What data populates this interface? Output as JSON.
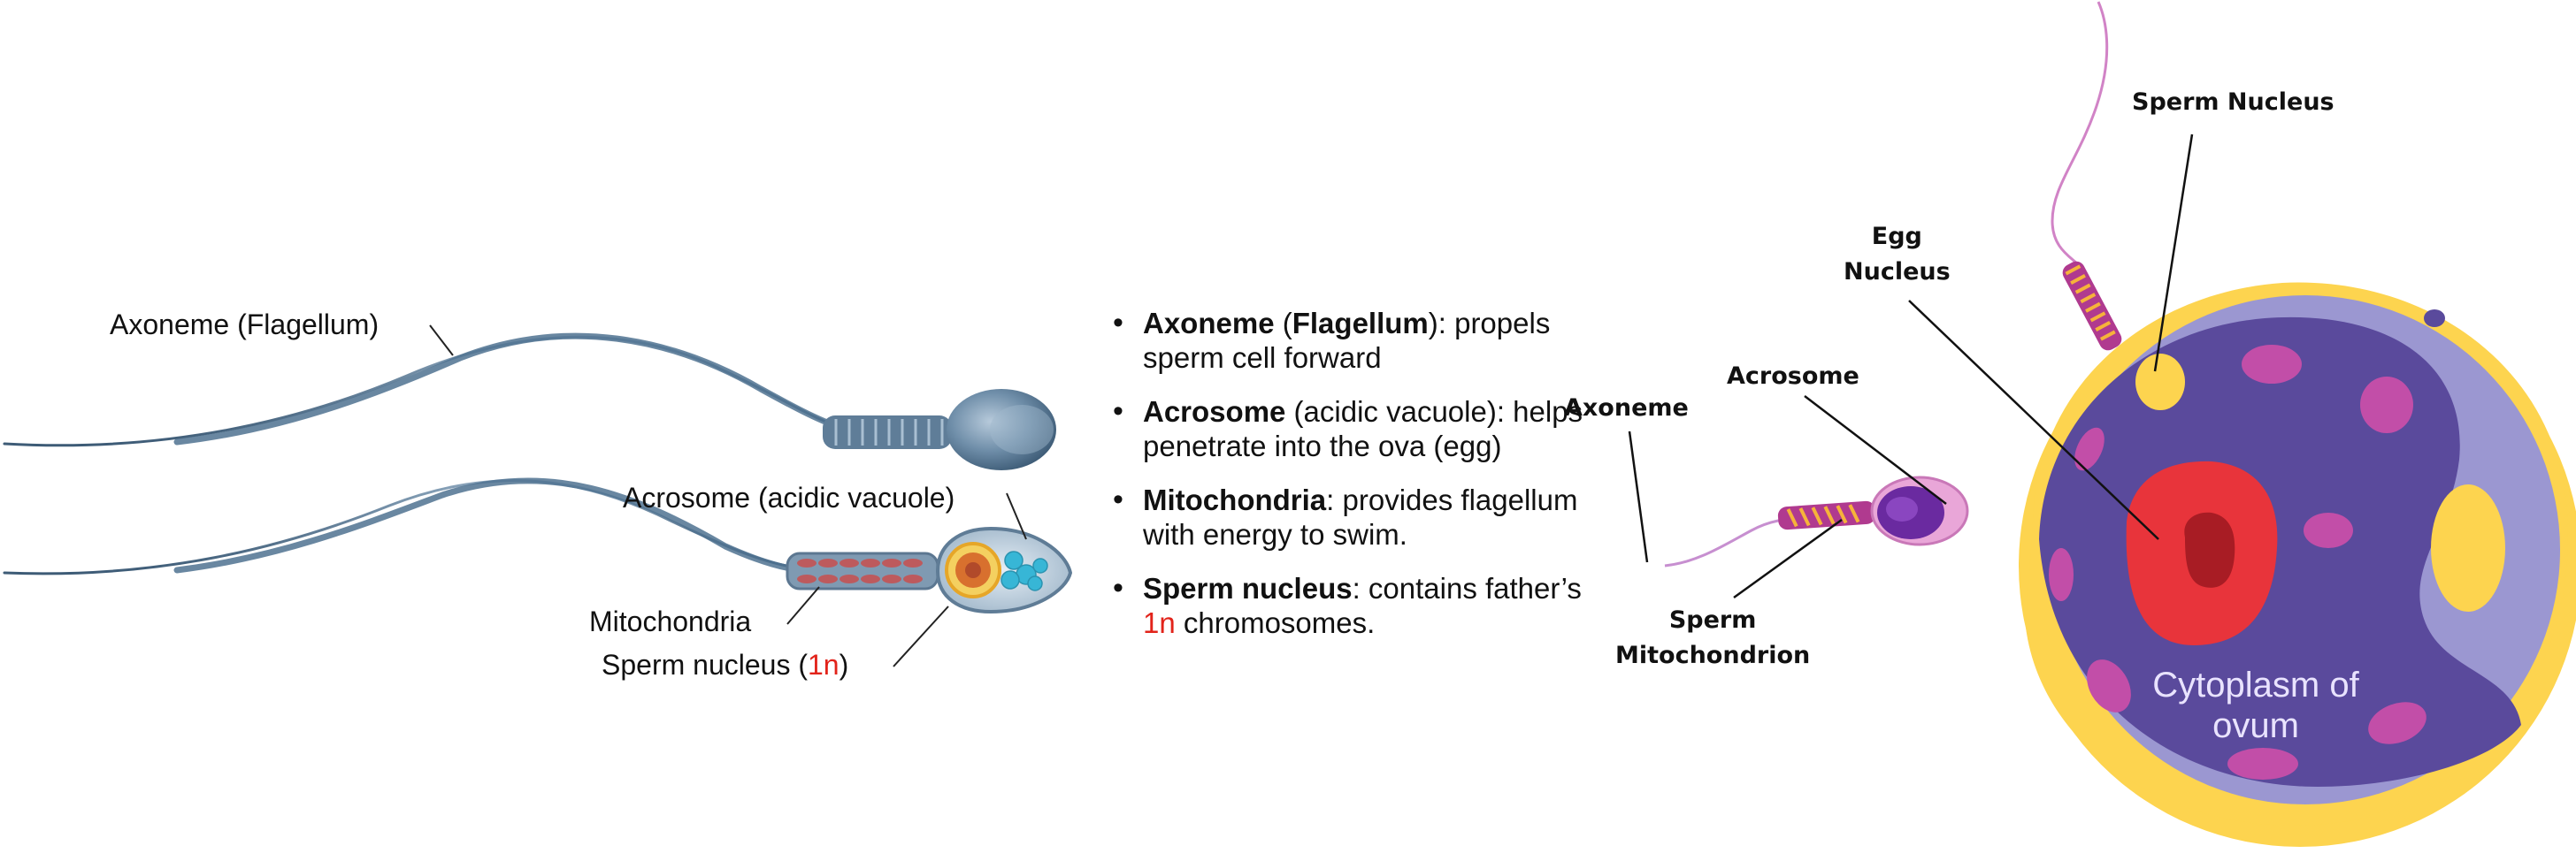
{
  "left_labels": {
    "axoneme": "Axoneme (Flagellum)",
    "acrosome": "Acrosome (acidic vacuole)",
    "mitochondria": "Mitochondria",
    "nucleus_prefix": "Sperm nucleus (",
    "nucleus_ploidy": "1n",
    "nucleus_suffix": ")"
  },
  "facts": [
    {
      "term": "Axoneme",
      "paren_open": " (",
      "term2": "Flagellum",
      "rest": "): propels sperm cell forward"
    },
    {
      "term": "Acrosome",
      "rest": " (acidic vacuole): helps penetrate into the ova (egg)"
    },
    {
      "term": "Mitochondria",
      "rest": ": provides flagellum with energy to swim."
    },
    {
      "term": "Sperm nucleus",
      "rest": ": contains father’s ",
      "ploidy": "1n",
      "rest2": " chromosomes."
    }
  ],
  "right_labels": {
    "sperm_nucleus": "Sperm Nucleus",
    "egg_nucleus_line1": "Egg",
    "egg_nucleus_line2": "Nucleus",
    "acrosome": "Acrosome",
    "axoneme": "Axoneme",
    "mito_line1": "Sperm",
    "mito_line2": "Mitochondrion",
    "cytoplasm_line1": "Cytoplasm of",
    "cytoplasm_line2": "ovum"
  },
  "colors": {
    "highlight_red": "#e2231a",
    "sperm_blue": "#4a6f8c",
    "ovum_yellow": "#fdd44f",
    "ovum_purple": "#5a4a9c",
    "egg_nucleus_red": "#e8343b",
    "magenta_spots": "#c24ea8"
  }
}
